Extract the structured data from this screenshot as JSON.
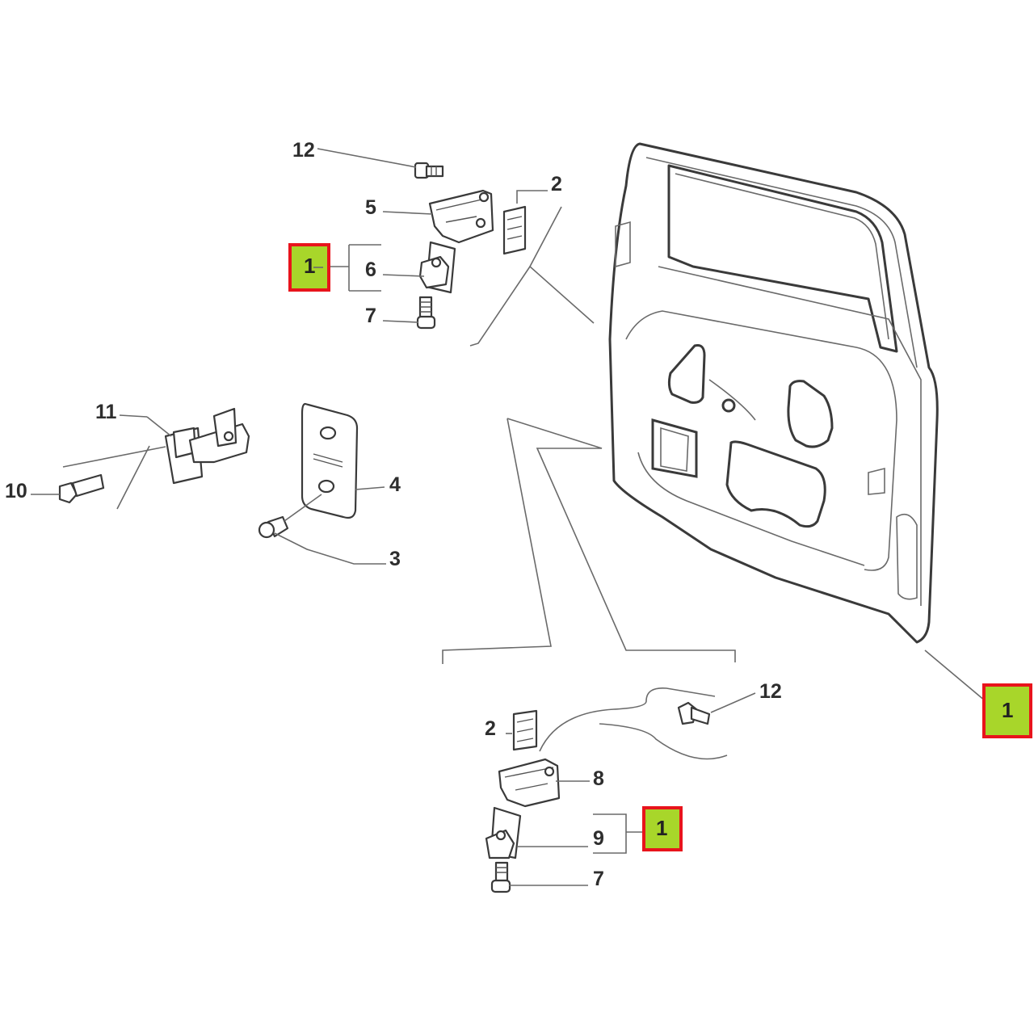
{
  "callouts": [
    {
      "label": "1"
    },
    {
      "label": "1"
    },
    {
      "label": "1"
    }
  ],
  "part_numbers": {
    "upper_12": "12",
    "upper_5": "5",
    "upper_6": "6",
    "upper_7": "7",
    "upper_2": "2",
    "check_11": "11",
    "check_10": "10",
    "plate_4": "4",
    "plate_3": "3",
    "lower_2": "2",
    "lower_12": "12",
    "lower_8": "8",
    "lower_9": "9",
    "lower_7": "7"
  },
  "colors": {
    "callout_fill": "#a8d62a",
    "callout_border": "#e8141c",
    "line": "#3a3a3a"
  }
}
